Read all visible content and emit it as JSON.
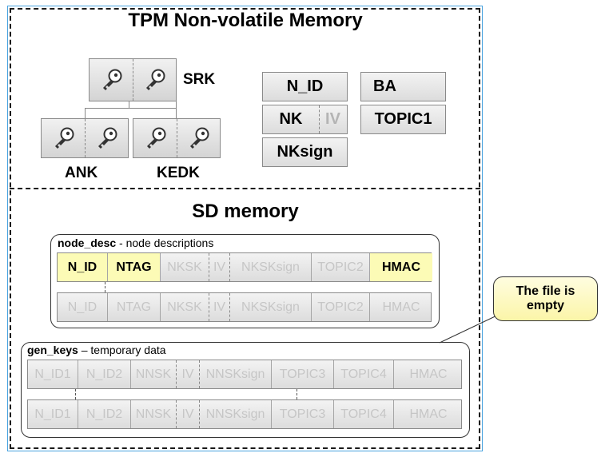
{
  "tpm": {
    "title": "TPM Non-volatile Memory",
    "srk_label": "SRK",
    "ank_label": "ANK",
    "kedk_label": "KEDK",
    "fields": {
      "n_id": "N_ID",
      "ba": "BA",
      "nk": "NK",
      "iv": "IV",
      "topic1": "TOPIC1",
      "nksign": "NKsign"
    }
  },
  "sd": {
    "title": "SD memory",
    "node_desc": {
      "name": "node_desc",
      "desc": " - node descriptions",
      "rows": [
        {
          "cells": [
            {
              "text": "N_ID",
              "hl": true
            },
            {
              "text": "NTAG",
              "hl": true
            },
            {
              "text": "NKSK",
              "hl": false
            },
            {
              "text": "IV",
              "hl": false
            },
            {
              "text": "NKSKsign",
              "hl": false
            },
            {
              "text": "TOPIC2",
              "hl": false
            },
            {
              "text": "HMAC",
              "hl": true
            }
          ]
        },
        {
          "cells": [
            {
              "text": "N_ID",
              "hl": false
            },
            {
              "text": "NTAG",
              "hl": false
            },
            {
              "text": "NKSK",
              "hl": false
            },
            {
              "text": "IV",
              "hl": false
            },
            {
              "text": "NKSKsign",
              "hl": false
            },
            {
              "text": "TOPIC2",
              "hl": false
            },
            {
              "text": "HMAC",
              "hl": false
            }
          ]
        }
      ]
    },
    "gen_keys": {
      "name": "gen_keys",
      "desc": " – temporary data",
      "rows": [
        {
          "cells": [
            {
              "text": "N_ID1"
            },
            {
              "text": "N_ID2"
            },
            {
              "text": "NNSK"
            },
            {
              "text": "IV"
            },
            {
              "text": "NNSKsign"
            },
            {
              "text": "TOPIC3"
            },
            {
              "text": "TOPIC4"
            },
            {
              "text": "HMAC"
            }
          ]
        },
        {
          "cells": [
            {
              "text": "N_ID1"
            },
            {
              "text": "N_ID2"
            },
            {
              "text": "NNSK"
            },
            {
              "text": "IV"
            },
            {
              "text": "NNSKsign"
            },
            {
              "text": "TOPIC3"
            },
            {
              "text": "TOPIC4"
            },
            {
              "text": "HMAC"
            }
          ]
        }
      ]
    },
    "callout": "The file is empty"
  },
  "colors": {
    "highlight": "#fcfbb6",
    "outer_border": "#4aa3df",
    "dim_text": "#c6c6c6"
  }
}
